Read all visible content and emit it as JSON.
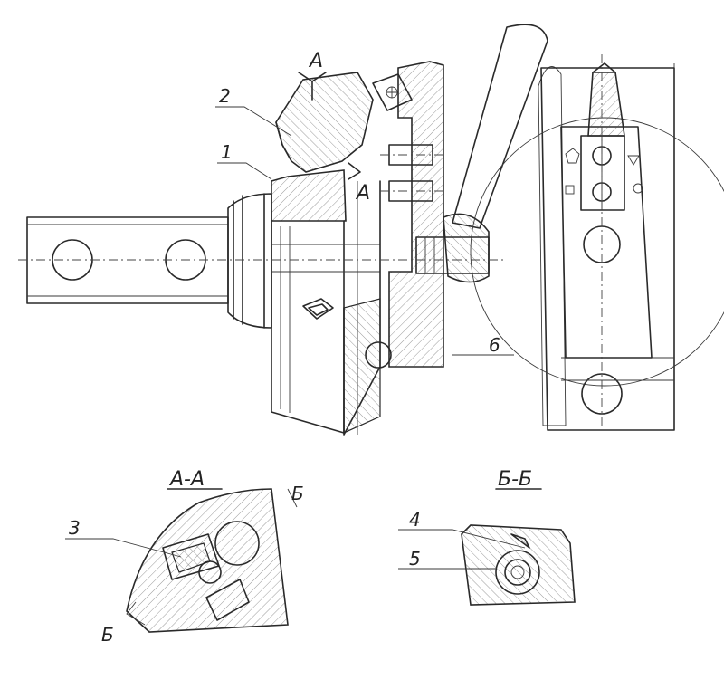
{
  "labels": {
    "part_1": "1",
    "part_2": "2",
    "part_3": "3",
    "part_4": "4",
    "part_5": "5",
    "part_6": "6",
    "cut_a_top": "A",
    "cut_a_mid": "A",
    "cut_b_top": "Б",
    "cut_b_bottom": "Б"
  },
  "sections": {
    "section_aa": "A-A",
    "section_bb": "Б-Б"
  }
}
